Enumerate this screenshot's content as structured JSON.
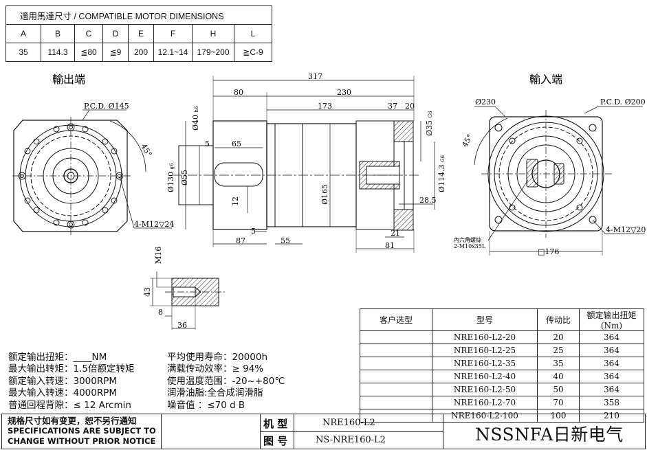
{
  "compat": {
    "title": "適用馬達尺寸 / COMPATIBLE MOTOR DIMENSIONS",
    "headers": [
      "A",
      "B",
      "C",
      "D",
      "E",
      "F",
      "H",
      "L"
    ],
    "values": [
      "35",
      "114.3",
      "≦80",
      "≦9",
      "200",
      "12.1~14",
      "179~200",
      "≧C-9"
    ]
  },
  "views": {
    "output_label": "輸出端",
    "input_label": "輸入端"
  },
  "dims": {
    "d317": "317",
    "d80": "80",
    "d230": "230",
    "d173": "173",
    "d37": "37",
    "d20": "20",
    "d65": "65",
    "d5a": "5",
    "d40": "Ø40",
    "d40sfx": "h6",
    "d55": "Ø55",
    "d130": "Ø130",
    "d130sfx": "g6",
    "d12": "12",
    "d165": "Ø165",
    "d35": "Ø35",
    "d35sfx": "G6",
    "d114": "Ø114.3",
    "d114sfx": "G6",
    "d285": "28.5",
    "d5b": "5",
    "d87": "87",
    "d55b": "55",
    "d21": "21",
    "d81": "81",
    "pcd145": "P.C.D. Ø145",
    "deg45a": "45°",
    "m12a": "4-M12▽24",
    "pcd200": "P.C.D. Ø200",
    "d230b": "Ø230",
    "deg45b": "45°",
    "m12b": "4-M12▽20",
    "screw1": "內六角螺絲",
    "screw2": "2-M10x35L",
    "sq176": "□176",
    "m16": "M16",
    "d43": "43",
    "d8": "8",
    "d36": "36"
  },
  "models": {
    "headers": [
      "客户选型",
      "型号",
      "传动比",
      "额定输出扭矩(Nm)"
    ],
    "rows": [
      [
        "",
        "NRE160-L2-20",
        "20",
        "364"
      ],
      [
        "",
        "NRE160-L2-25",
        "25",
        "364"
      ],
      [
        "",
        "NRE160-L2-35",
        "35",
        "364"
      ],
      [
        "",
        "NRE160-L2-40",
        "40",
        "364"
      ],
      [
        "",
        "NRE160-L2-50",
        "50",
        "364"
      ],
      [
        "",
        "NRE160-L2-70",
        "70",
        "358"
      ],
      [
        "",
        "NRE160-L2-100",
        "100",
        "210"
      ]
    ]
  },
  "specs": {
    "left": [
      "额定输出扭矩：____NM",
      "最大输出转矩：1.5倍额定转矩",
      "额定输入转速：3000RPM",
      "最大输入转速：4000RPM",
      "普通回程背隙：≤ 12 Arcmin"
    ],
    "right": [
      "平均使用寿命：20000h",
      "满载传动效率：≥  94%",
      "使用温度范围：-20~+80℃",
      "润滑油脂:全合成润滑脂",
      "噪音值       ：≤70 d B"
    ]
  },
  "titleblock": {
    "notice_cn": "规格尺寸如有变更，恕不另行通知",
    "notice_en1": "SPECIFICATIONS ARE SUBJECT TO",
    "notice_en2": "CHANGE WITHOUT PRIOR NOTICE",
    "model_label": "机  型",
    "model_value": "NRE160-L2",
    "drawing_label": "图  号",
    "drawing_value": "NS-NRE160-L2",
    "brand": "NSSNFA日新电气"
  }
}
